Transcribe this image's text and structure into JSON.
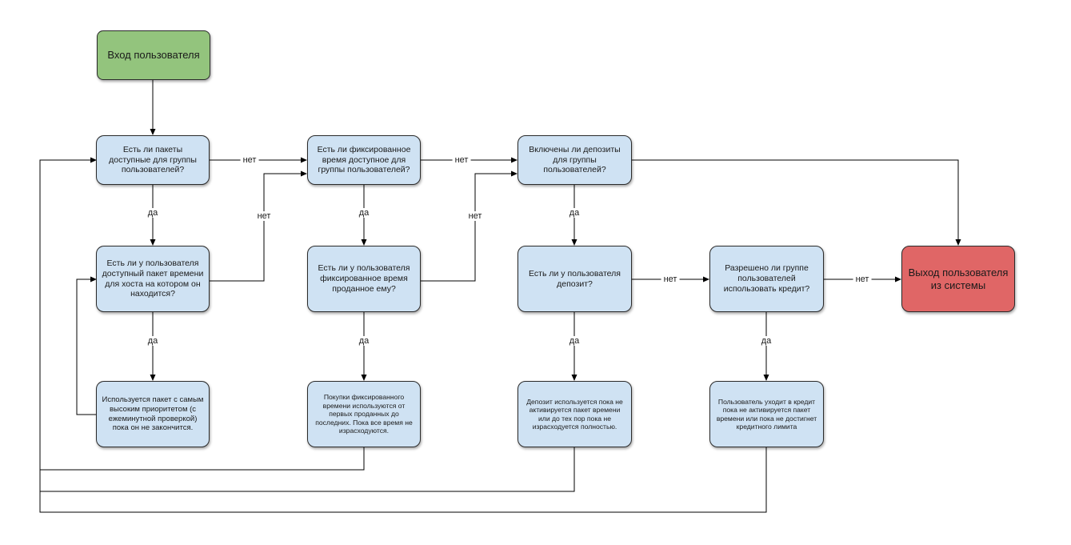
{
  "nodes": {
    "start": "Вход пользователя",
    "q_packages": "Есть ли пакеты доступные для группы пользователей?",
    "q_fixed": "Есть ли фиксированное время доступное для группы пользователей?",
    "q_deposits": "Включены ли депозиты для группы пользователей?",
    "q_user_package": "Есть ли у пользователя доступный пакет времени для хоста на котором он находится?",
    "q_user_fixed": "Есть ли у пользователя фиксированное время проданное ему?",
    "q_user_deposit": "Есть ли у пользователя депозит?",
    "q_credit": "Разрешено ли группе пользователей использовать кредит?",
    "end": "Выход пользователя из системы",
    "a_package": "Используется пакет с самым высоким приоритетом (с ежеминутной проверкой) пока он не закончится.",
    "a_fixed": "Покупки фиксированного времени используются от первых проданных до последних. Пока все время не израсходуются.",
    "a_deposit": "Депозит используется пока не активируется пакет времени или до тех пор пока не израсходуется полностью.",
    "a_credit": "Пользователь уходит в кредит пока не активируется пакет времени или пока не достигнет кредитного лимита"
  },
  "edge_labels": {
    "no": "нет",
    "yes": "да"
  },
  "colors": {
    "start": "#93c47d",
    "end": "#e06666",
    "process": "#cfe2f3",
    "line": "#000000"
  }
}
